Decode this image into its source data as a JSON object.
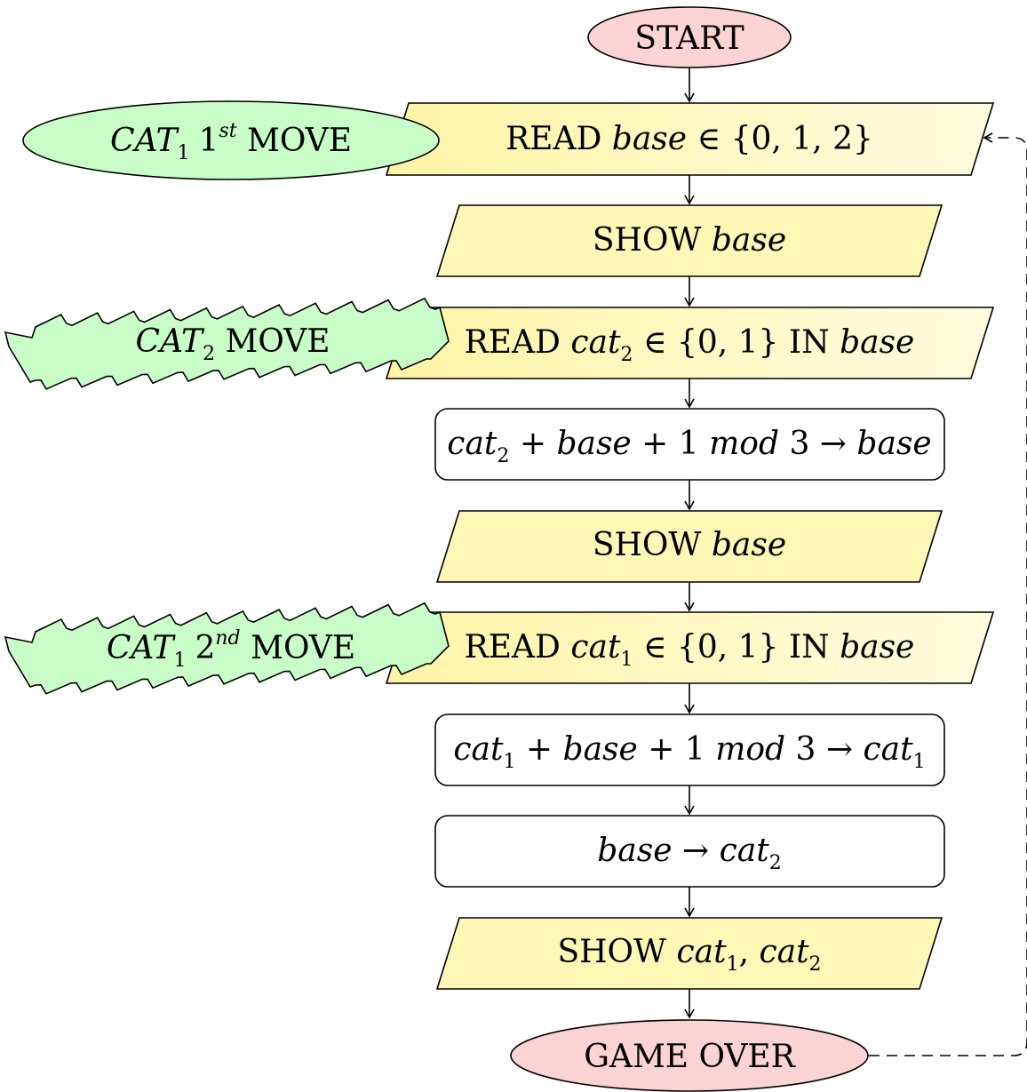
{
  "colors": {
    "terminal_fill": "#fcd3d3",
    "io_fill": "#fff9c4",
    "io_fill_light": "#fffbd8",
    "comment_fill": "#c8fdc8",
    "process_fill": "#ffffff",
    "stroke": "#000000"
  },
  "nodes": {
    "start": {
      "text": "START"
    },
    "read_base": {
      "pre": "READ ",
      "var": "base",
      "post": " ∈ {0, 1, 2}"
    },
    "show_base_1": {
      "pre": "SHOW ",
      "var": "base"
    },
    "read_cat2": {
      "pre": "READ ",
      "var": "cat",
      "sub": "2",
      "mid": " ∈ {0, 1} IN ",
      "var2": "base"
    },
    "calc_base": {
      "a": "cat",
      "a_sub": "2",
      "b": " + ",
      "c": "base",
      "d": " + 1 ",
      "e": "mod",
      "f": " 3 → ",
      "g": "base"
    },
    "show_base_2": {
      "pre": "SHOW ",
      "var": "base"
    },
    "read_cat1": {
      "pre": "READ ",
      "var": "cat",
      "sub": "1",
      "mid": " ∈ {0, 1} IN ",
      "var2": "base"
    },
    "calc_cat1": {
      "a": "cat",
      "a_sub": "1",
      "b": " + ",
      "c": "base",
      "d": " + 1 ",
      "e": "mod",
      "f": " 3 → ",
      "g": "cat",
      "g_sub": "1"
    },
    "assign_cat2": {
      "a": "base",
      "b": " → ",
      "c": "cat",
      "c_sub": "2"
    },
    "show_cats": {
      "pre": "SHOW ",
      "a": "cat",
      "a_sub": "1",
      "sep": ", ",
      "b": "cat",
      "b_sub": "2"
    },
    "game_over": {
      "text": "GAME OVER"
    }
  },
  "comments": {
    "cat1_first": {
      "name": "CAT",
      "sub": "1",
      "ord": "1",
      "sup": "st",
      "rest": " MOVE"
    },
    "cat2_move": {
      "name": "CAT",
      "sub": "2",
      "rest": " MOVE"
    },
    "cat1_second": {
      "name": "CAT",
      "sub": "1",
      "ord": "2",
      "sup": "nd",
      "rest": " MOVE"
    }
  }
}
